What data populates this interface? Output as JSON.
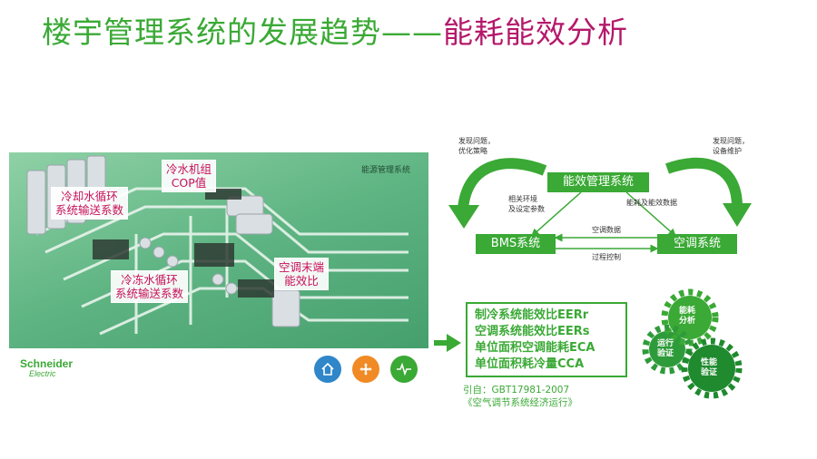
{
  "title": {
    "part1": "楼宇管理系统的发展趋势——",
    "part2": "能耗能效分析"
  },
  "scada": {
    "title": "能源管理系统",
    "callouts": {
      "chiller": [
        "冷水机组",
        "COP值"
      ],
      "cooling_water": [
        "冷却水循环",
        "系统输送系数"
      ],
      "chilled_water": [
        "冷冻水循环",
        "系统输送系数"
      ],
      "terminal": [
        "空调末端",
        "能效比"
      ]
    },
    "logo": {
      "line1": "Schneider",
      "line2": "Electric"
    },
    "buttons": [
      "home-icon",
      "fan-icon",
      "waveform-icon"
    ]
  },
  "diagram": {
    "center": "能效管理系统",
    "left": "BMS系统",
    "right": "空调系统",
    "left_note": [
      "发现问题，",
      "优化策略"
    ],
    "right_note": [
      "发现问题，",
      "设备维护"
    ],
    "env_note": [
      "相关环境",
      "及设定参数"
    ],
    "energy_note": "能耗及能效数据",
    "ac_data": "空调数据",
    "process_control": "过程控制"
  },
  "ratios": [
    "制冷系统能效比EERr",
    "空调系统能效比EERs",
    "单位面积空调能耗ECA",
    "单位面积耗冷量CCA"
  ],
  "citation": [
    "引自：GBT17981-2007",
    "《空气调节系统经济运行》"
  ],
  "gears": {
    "top": [
      "能耗",
      "分析"
    ],
    "left": [
      "运行",
      "验证"
    ],
    "right": [
      "性能",
      "验证"
    ]
  },
  "colors": {
    "green": "#3aa935",
    "magenta": "#b5186a",
    "callout_red": "#c8105a"
  }
}
